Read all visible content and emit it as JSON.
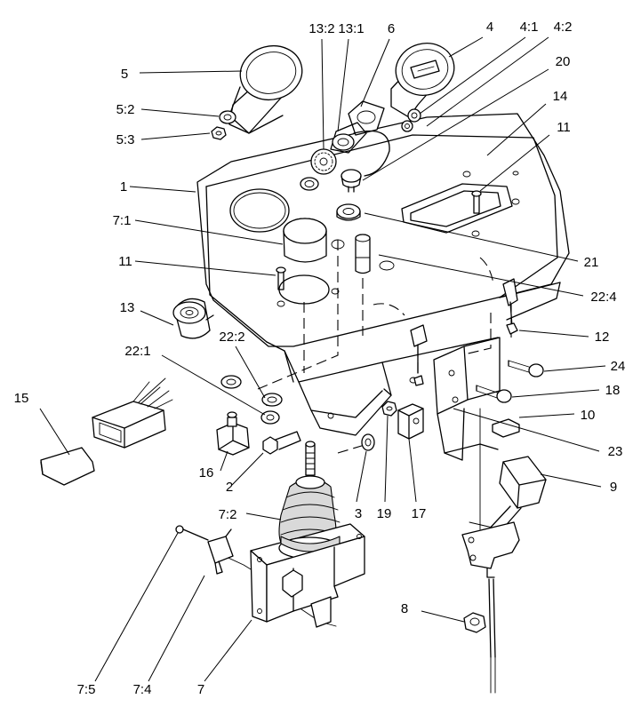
{
  "callouts": {
    "c1": "1",
    "c2": "2",
    "c3": "3",
    "c4": "4",
    "c4_1": "4:1",
    "c4_2": "4:2",
    "c5": "5",
    "c5_2": "5:2",
    "c5_3": "5:3",
    "c6": "6",
    "c7": "7",
    "c7_1": "7:1",
    "c7_2": "7:2",
    "c7_4": "7:4",
    "c7_5": "7:5",
    "c8": "8",
    "c9": "9",
    "c10": "10",
    "c11a": "11",
    "c11b": "11",
    "c12": "12",
    "c13": "13",
    "c13_1": "13:1",
    "c13_2": "13:2",
    "c14": "14",
    "c15": "15",
    "c16": "16",
    "c17": "17",
    "c18": "18",
    "c19": "19",
    "c20": "20",
    "c21": "21",
    "c22_1": "22:1",
    "c22_2": "22:2",
    "c22_4": "22:4",
    "c23": "23",
    "c24": "24"
  }
}
